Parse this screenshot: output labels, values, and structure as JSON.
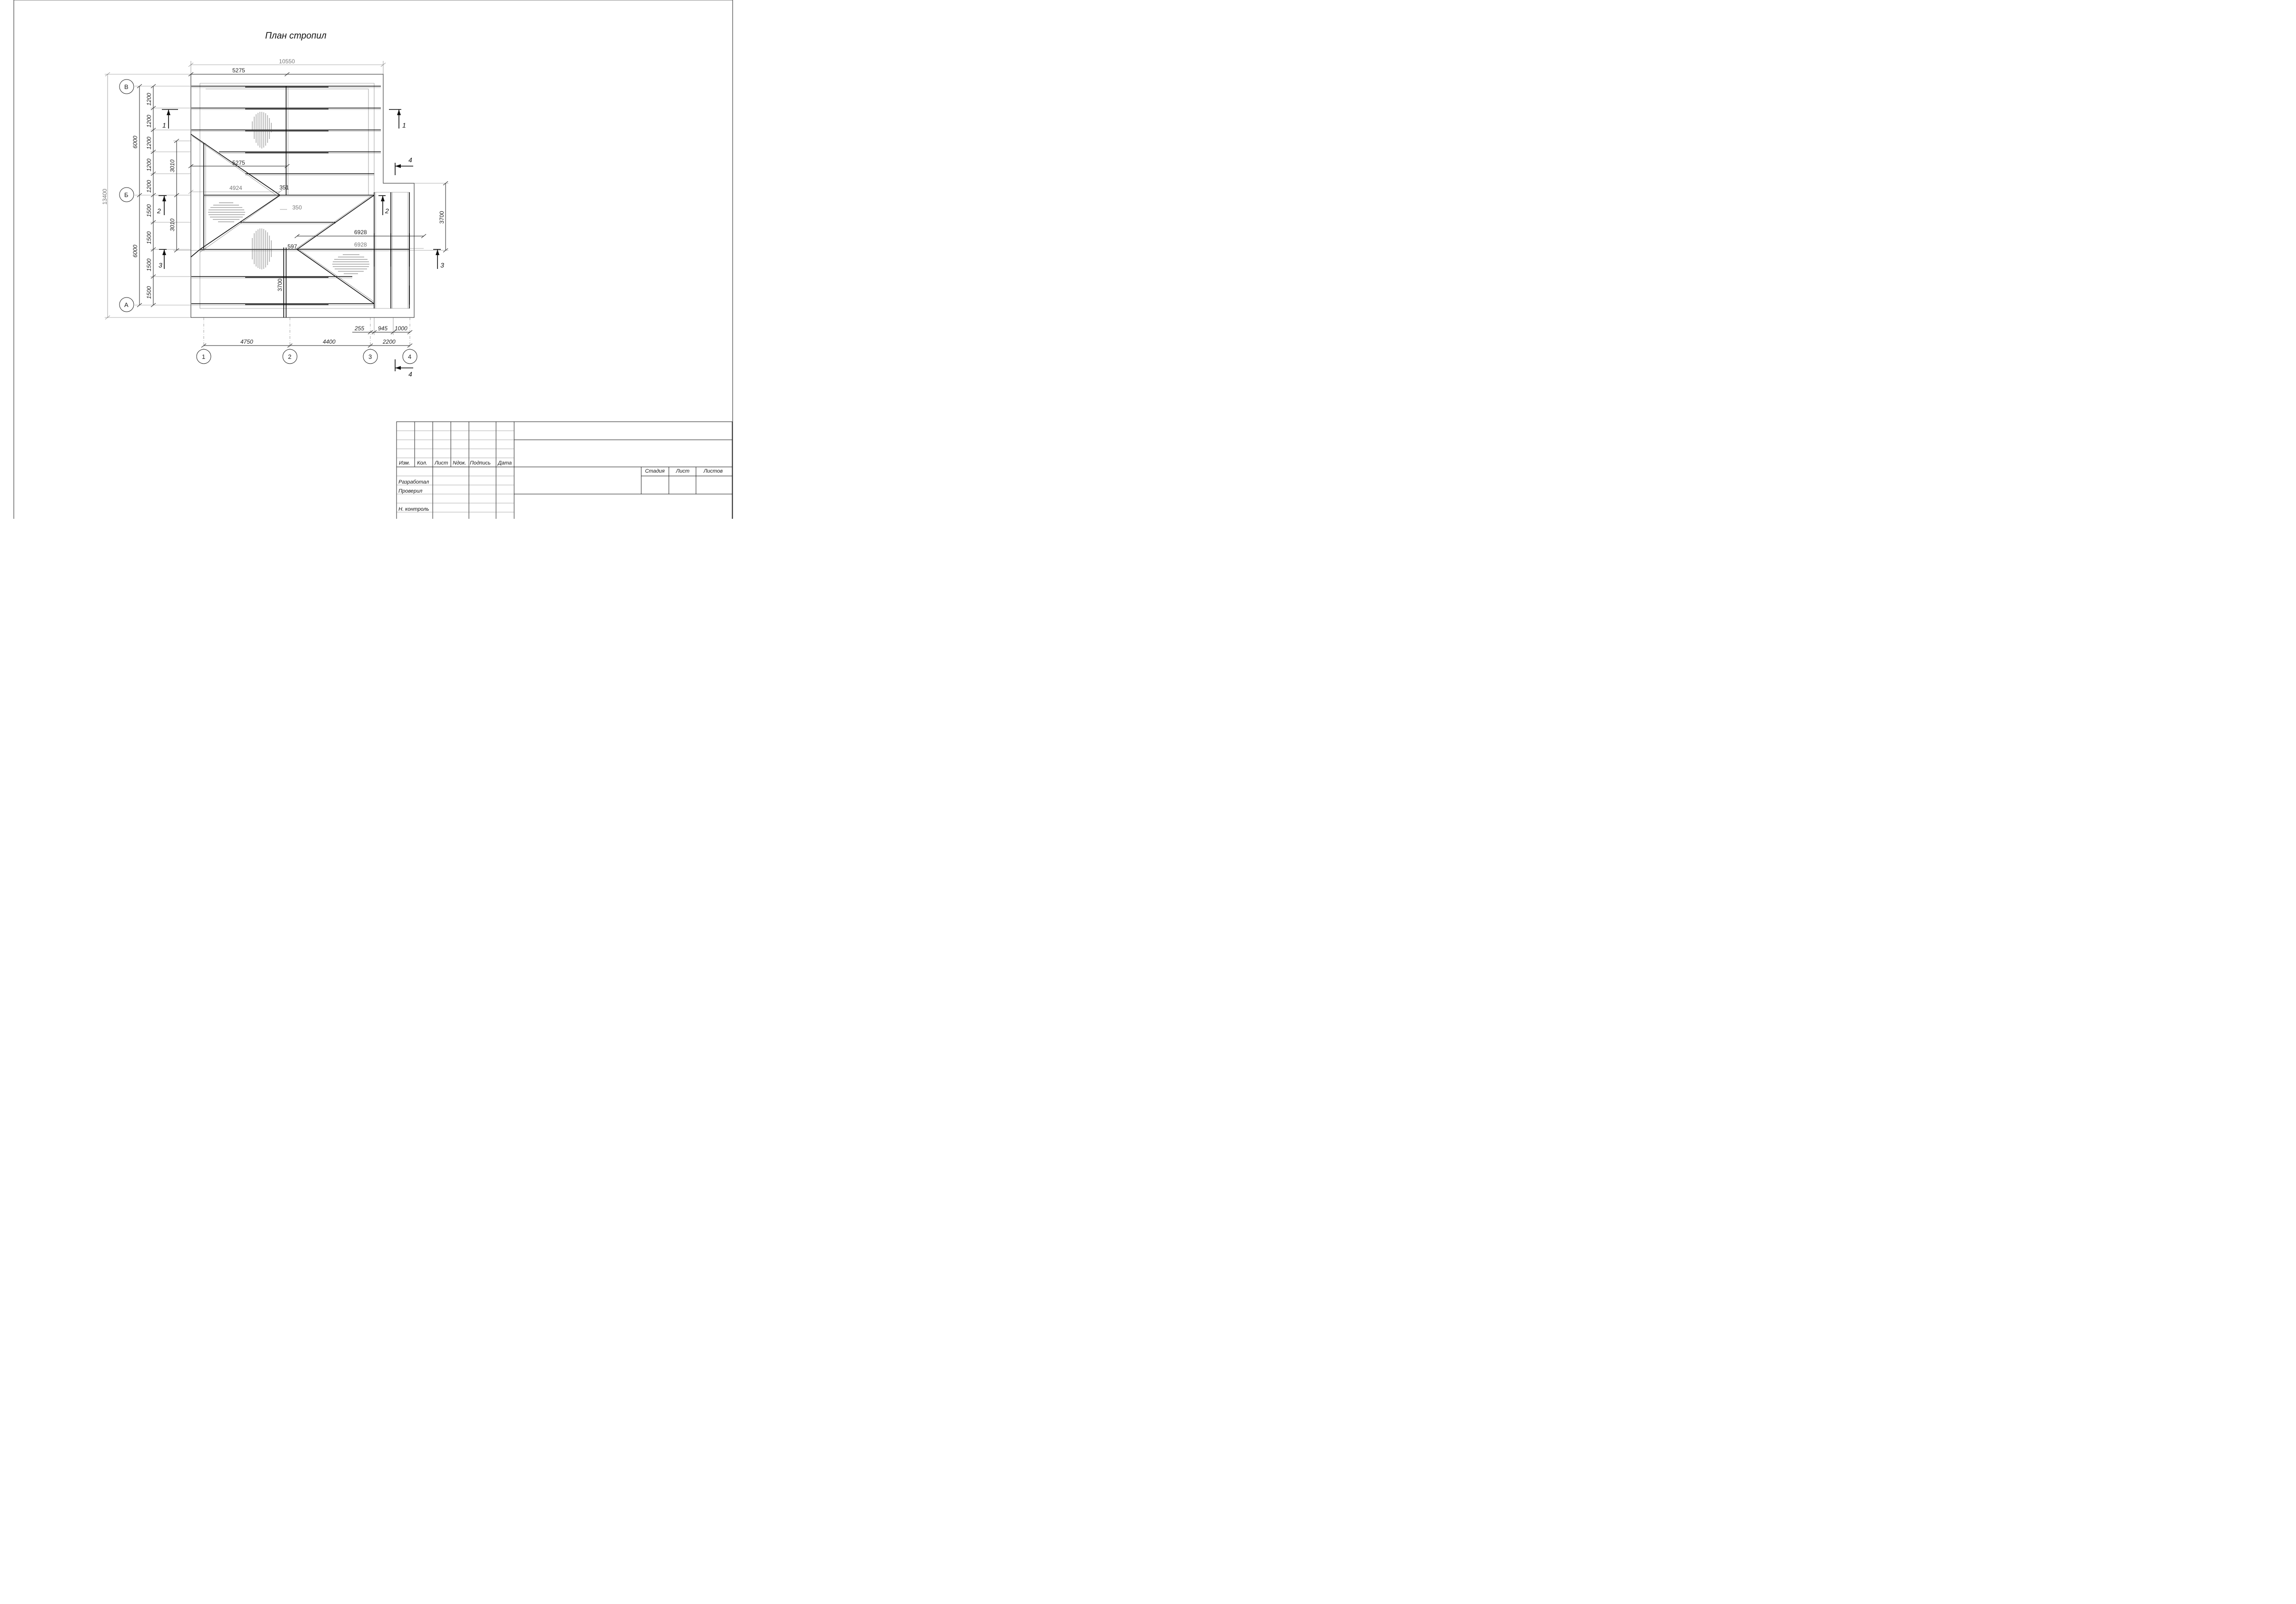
{
  "title": "План стропил",
  "axes": {
    "columns": [
      "1",
      "2",
      "3",
      "4"
    ],
    "rows": [
      "В",
      "Б",
      "А"
    ]
  },
  "dimensions": {
    "overall_width": "10550",
    "top_half": "5275",
    "mid_half": "5275",
    "overall_height": "13400",
    "upper_block": "6000",
    "lower_block": "6000",
    "rafter_steps_upper": [
      "1200",
      "1200",
      "1200",
      "1200",
      "1200"
    ],
    "rafter_steps_lower": [
      "1500",
      "1500",
      "1500",
      "1500"
    ],
    "hip_upper": "3010",
    "hip_lower": "3010",
    "hip_len": "4924",
    "offset_351": "351",
    "offset_350": "350",
    "right_block_height": "3700",
    "right_span_a": "6928",
    "right_span_b": "6928",
    "offset_597": "597",
    "valley_height": "3700",
    "bottom_spans": [
      "4750",
      "4400",
      "2200"
    ],
    "right_small": [
      "255",
      "945",
      "1000"
    ]
  },
  "sections": {
    "s1": "1",
    "s2": "2",
    "s3": "3",
    "s4": "4"
  },
  "title_block": {
    "header_cols": [
      "Изм.",
      "Кол.",
      "Лист",
      "Nдок.",
      "Подпись",
      "Дата"
    ],
    "roles": [
      "Разработал",
      "Проверил",
      "Н. контроль"
    ],
    "stage_cols": [
      "Стадия",
      "Лист",
      "Листов"
    ]
  }
}
